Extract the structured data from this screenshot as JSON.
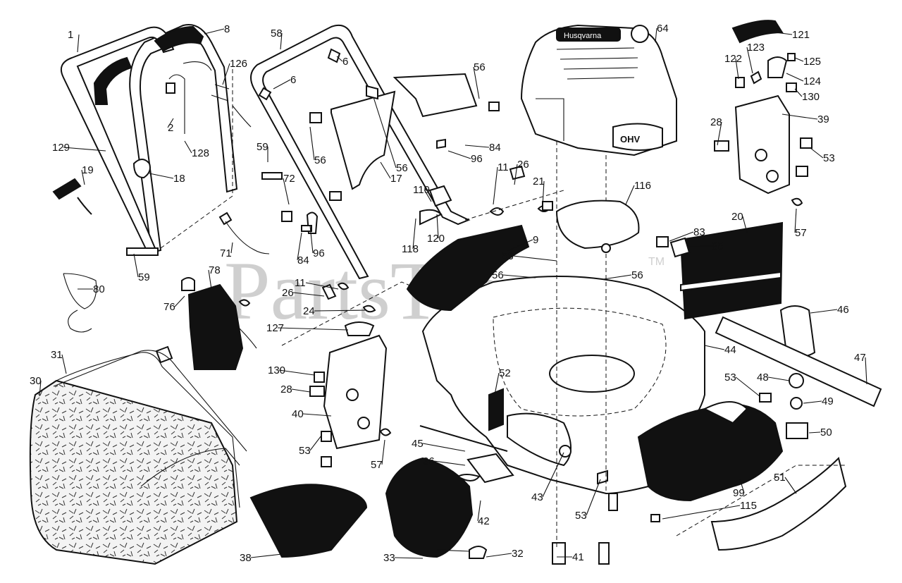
{
  "watermark": {
    "text": "PartsTree",
    "trademark": "TM"
  },
  "engine_brand": {
    "logo_text": "Husqvarna",
    "ohv_text": "OHV"
  },
  "callouts": [
    {
      "id": "c1",
      "text": "1"
    },
    {
      "id": "c2",
      "text": "8"
    },
    {
      "id": "c3",
      "text": "126"
    },
    {
      "id": "c4",
      "text": "2"
    },
    {
      "id": "c5",
      "text": "128"
    },
    {
      "id": "c6",
      "text": "129"
    },
    {
      "id": "c7",
      "text": "19"
    },
    {
      "id": "c8",
      "text": "18"
    },
    {
      "id": "c9",
      "text": "59"
    },
    {
      "id": "c10",
      "text": "59"
    },
    {
      "id": "c11",
      "text": "58"
    },
    {
      "id": "c12",
      "text": "6"
    },
    {
      "id": "c13",
      "text": "6"
    },
    {
      "id": "c14",
      "text": "56"
    },
    {
      "id": "c15",
      "text": "56"
    },
    {
      "id": "c16",
      "text": "56"
    },
    {
      "id": "c17",
      "text": "17"
    },
    {
      "id": "c18",
      "text": "84"
    },
    {
      "id": "c19",
      "text": "96"
    },
    {
      "id": "c20",
      "text": "72"
    },
    {
      "id": "c21",
      "text": "71"
    },
    {
      "id": "c22",
      "text": "84"
    },
    {
      "id": "c23",
      "text": "96"
    },
    {
      "id": "c24",
      "text": "119"
    },
    {
      "id": "c25",
      "text": "120"
    },
    {
      "id": "c26",
      "text": "118"
    },
    {
      "id": "c27",
      "text": "11"
    },
    {
      "id": "c28",
      "text": "26"
    },
    {
      "id": "c29",
      "text": "21"
    },
    {
      "id": "c30",
      "text": "9"
    },
    {
      "id": "c31",
      "text": "80"
    },
    {
      "id": "c32",
      "text": "78"
    },
    {
      "id": "c33",
      "text": "76"
    },
    {
      "id": "c34",
      "text": "26"
    },
    {
      "id": "c35",
      "text": "11"
    },
    {
      "id": "c36",
      "text": "24"
    },
    {
      "id": "c37",
      "text": "127"
    },
    {
      "id": "c38",
      "text": "130"
    },
    {
      "id": "c39",
      "text": "28"
    },
    {
      "id": "c40",
      "text": "40"
    },
    {
      "id": "c41",
      "text": "53"
    },
    {
      "id": "c42",
      "text": "57"
    },
    {
      "id": "c43",
      "text": "31"
    },
    {
      "id": "c44",
      "text": "30"
    },
    {
      "id": "c45",
      "text": "64"
    },
    {
      "id": "c46",
      "text": "116"
    },
    {
      "id": "c47",
      "text": "53"
    },
    {
      "id": "c48",
      "text": "56"
    },
    {
      "id": "c49",
      "text": "56"
    },
    {
      "id": "c50",
      "text": "52"
    },
    {
      "id": "c51",
      "text": "45"
    },
    {
      "id": "c52",
      "text": "36"
    },
    {
      "id": "c53",
      "text": "42"
    },
    {
      "id": "c54",
      "text": "43"
    },
    {
      "id": "c55",
      "text": "38"
    },
    {
      "id": "c56",
      "text": "33"
    },
    {
      "id": "c57",
      "text": "32"
    },
    {
      "id": "c58",
      "text": "41"
    },
    {
      "id": "c59",
      "text": "53"
    },
    {
      "id": "c60",
      "text": "115"
    },
    {
      "id": "c61",
      "text": "99"
    },
    {
      "id": "c62",
      "text": "121"
    },
    {
      "id": "c63",
      "text": "122"
    },
    {
      "id": "c64",
      "text": "123"
    },
    {
      "id": "c65",
      "text": "125"
    },
    {
      "id": "c66",
      "text": "124"
    },
    {
      "id": "c67",
      "text": "130"
    },
    {
      "id": "c68",
      "text": "39"
    },
    {
      "id": "c69",
      "text": "28"
    },
    {
      "id": "c70",
      "text": "53"
    },
    {
      "id": "c71",
      "text": "57"
    },
    {
      "id": "c72",
      "text": "83"
    },
    {
      "id": "c73",
      "text": "85"
    },
    {
      "id": "c74",
      "text": "20"
    },
    {
      "id": "c75",
      "text": "46"
    },
    {
      "id": "c76",
      "text": "44"
    },
    {
      "id": "c77",
      "text": "47"
    },
    {
      "id": "c78",
      "text": "48"
    },
    {
      "id": "c79",
      "text": "53"
    },
    {
      "id": "c80",
      "text": "49"
    },
    {
      "id": "c81",
      "text": "50"
    },
    {
      "id": "c82",
      "text": "51"
    }
  ]
}
